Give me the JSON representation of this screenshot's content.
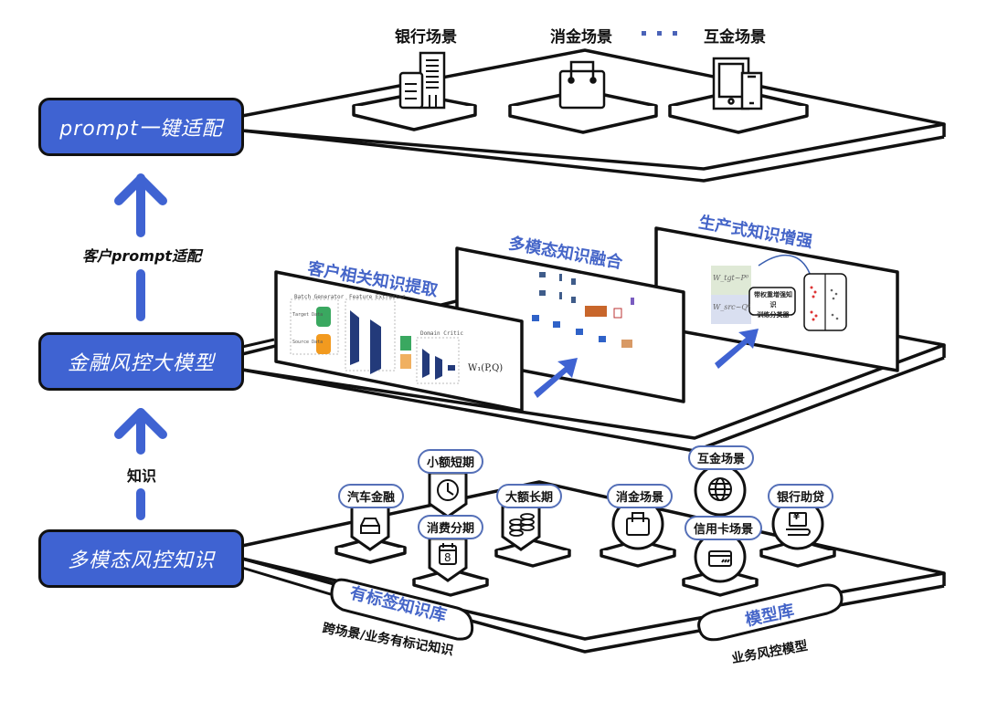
{
  "layers": [
    {
      "id": "top",
      "label": "prompt一键适配"
    },
    {
      "id": "middle",
      "label": "金融风控大模型"
    },
    {
      "id": "bottom",
      "label": "多模态风控知识"
    }
  ],
  "flows": [
    {
      "label": "客户prompt适配"
    },
    {
      "label": "知识"
    }
  ],
  "top_platform": {
    "scenes": [
      {
        "label": "银行场景",
        "icon": "building-icon"
      },
      {
        "label": "消金场景",
        "icon": "shopping-bag-icon"
      },
      {
        "label": "互金场景",
        "icon": "mobile-devices-icon"
      }
    ],
    "ellipsis": "···"
  },
  "middle_platform": {
    "cards": [
      {
        "title": "客户相关知识提取",
        "figure": {
          "batch_generator": "Batch Generator",
          "target_data": "Target Data",
          "source_data": "Source Data",
          "feature_extractor": "Feature Extractor",
          "domain_critic": "Domain Critic",
          "output": "W₁(P,Q)"
        }
      },
      {
        "title": "多模态知识融合"
      },
      {
        "title": "生产式知识增强",
        "figure": {
          "w_tgt": "W_tgt~P⁰",
          "w_src": "W_src~Q⁰",
          "box_text_1": "带权重增强知识",
          "box_text_2": "训练分类器"
        }
      }
    ]
  },
  "bottom_platform": {
    "hex_items": [
      {
        "label": "汽车金融",
        "icon": "car-icon"
      },
      {
        "label": "小额短期",
        "icon": "clock-icon"
      },
      {
        "label": "消费分期",
        "icon": "calendar-icon",
        "icon_text": "8"
      },
      {
        "label": "大额长期",
        "icon": "coins-icon"
      }
    ],
    "round_items": [
      {
        "label": "消金场景",
        "icon": "shopping-bag-icon"
      },
      {
        "label": "互金场景",
        "icon": "globe-icon"
      },
      {
        "label": "信用卡场景",
        "icon": "credit-card-icon"
      },
      {
        "label": "银行助贷",
        "icon": "loan-screen-icon",
        "icon_text": "¥"
      }
    ],
    "libraries": [
      {
        "label": "有标签知识库",
        "sub": "跨场景/业务有标记知识"
      },
      {
        "label": "模型库",
        "sub": "业务风控模型"
      }
    ]
  },
  "colors": {
    "accent": "#3f63d2",
    "title_blue": "#4565c8",
    "outline": "#111111"
  }
}
